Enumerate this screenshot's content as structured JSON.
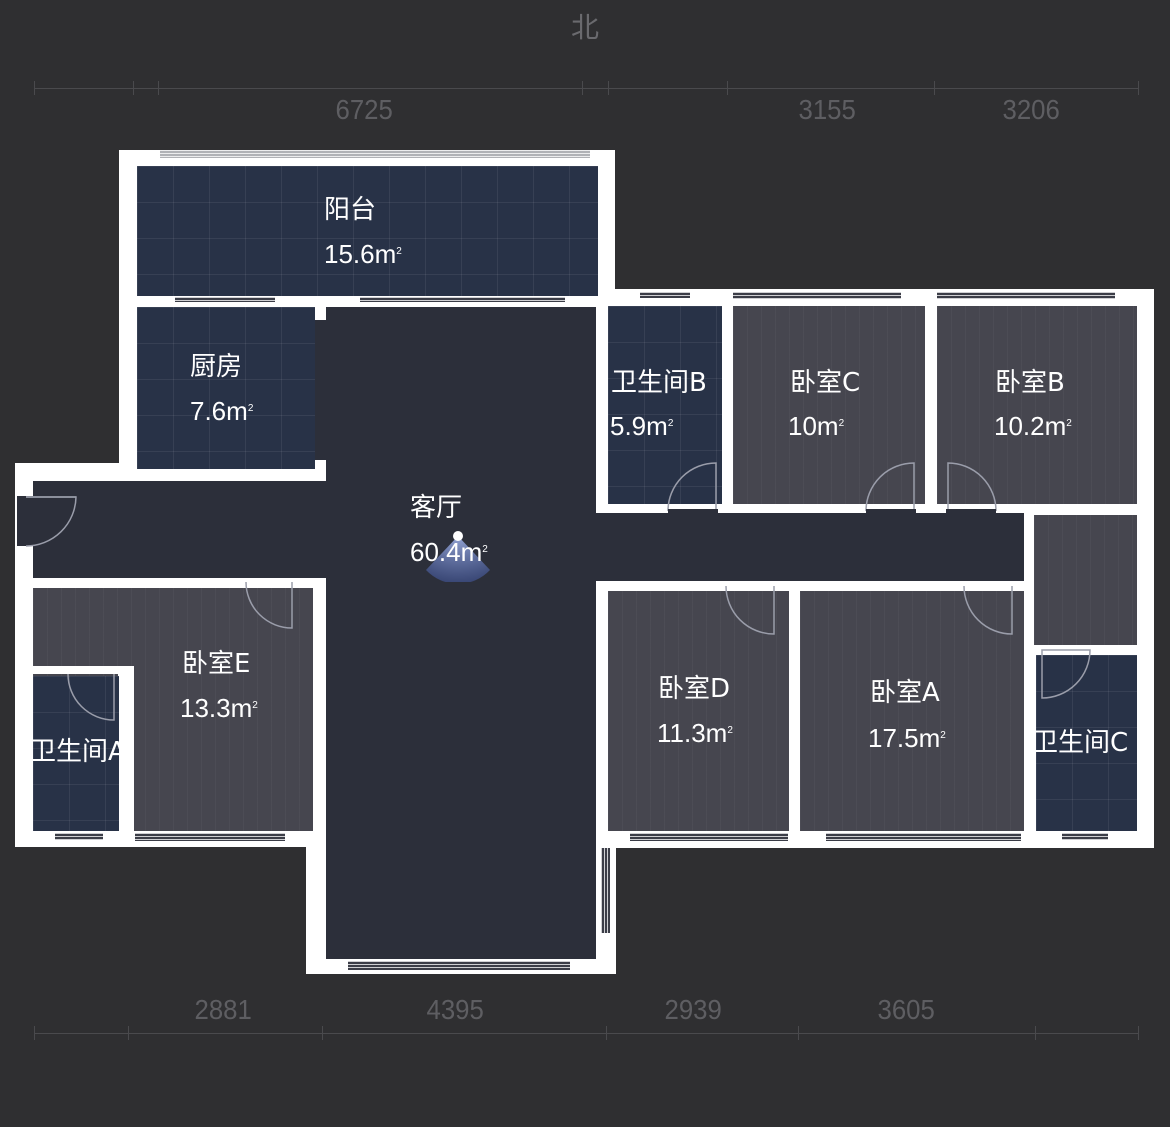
{
  "compass": {
    "label": "北"
  },
  "dimensions": {
    "top": [
      "6725",
      "3155",
      "3206"
    ],
    "bottom": [
      "2881",
      "4395",
      "2939",
      "3605"
    ]
  },
  "rooms": {
    "balcony": {
      "name": "阳台",
      "area": "15.6m",
      "unit_sup": "2"
    },
    "kitchen": {
      "name": "厨房",
      "area": "7.6m",
      "unit_sup": "2"
    },
    "living": {
      "name": "客厅",
      "area": "60.4m",
      "unit_sup": "2"
    },
    "bath_b": {
      "name": "卫生间B",
      "area": "5.9m",
      "unit_sup": "2"
    },
    "bed_c": {
      "name": "卧室C",
      "area": "10m",
      "unit_sup": "2"
    },
    "bed_b": {
      "name": "卧室B",
      "area": "10.2m",
      "unit_sup": "2"
    },
    "bed_e": {
      "name": "卧室E",
      "area": "13.3m",
      "unit_sup": "2"
    },
    "bath_a": {
      "name": "卫生间A",
      "area": ""
    },
    "bed_d": {
      "name": "卧室D",
      "area": "11.3m",
      "unit_sup": "2"
    },
    "bed_a": {
      "name": "卧室A",
      "area": "17.5m",
      "unit_sup": "2"
    },
    "bath_c": {
      "name": "卫生间C",
      "area": ""
    }
  },
  "colors": {
    "background": "#2f2f31",
    "wall": "#ffffff",
    "tile_floor": "#283247",
    "wood_floor": "#46464f",
    "common_floor": "#2c2f3a",
    "dimension_text": "#5e5e62"
  }
}
